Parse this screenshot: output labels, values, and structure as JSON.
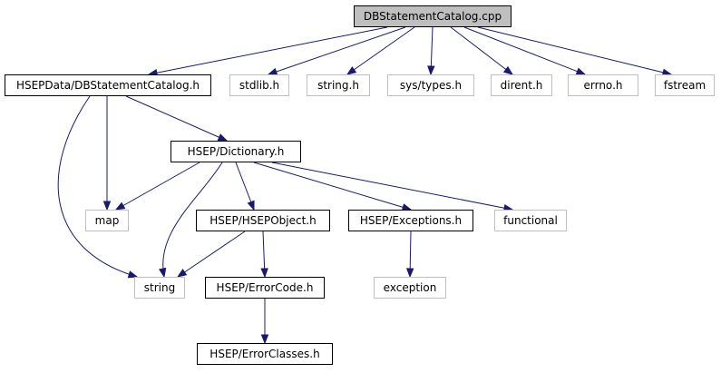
{
  "graph": {
    "root": "DBStatementCatalog.cpp",
    "nodes": [
      {
        "id": "root",
        "label": "DBStatementCatalog.cpp",
        "kind": "root"
      },
      {
        "id": "hsepdata",
        "label": "HSEPData/DBStatementCatalog.h",
        "kind": "local"
      },
      {
        "id": "stdlib",
        "label": "stdlib.h",
        "kind": "system"
      },
      {
        "id": "stringh",
        "label": "string.h",
        "kind": "system"
      },
      {
        "id": "systypes",
        "label": "sys/types.h",
        "kind": "system"
      },
      {
        "id": "dirent",
        "label": "dirent.h",
        "kind": "system"
      },
      {
        "id": "errno",
        "label": "errno.h",
        "kind": "system"
      },
      {
        "id": "fstream",
        "label": "fstream",
        "kind": "system"
      },
      {
        "id": "dictionary",
        "label": "HSEP/Dictionary.h",
        "kind": "local"
      },
      {
        "id": "map",
        "label": "map",
        "kind": "system"
      },
      {
        "id": "hsepobject",
        "label": "HSEP/HSEPObject.h",
        "kind": "local"
      },
      {
        "id": "exceptions",
        "label": "HSEP/Exceptions.h",
        "kind": "local"
      },
      {
        "id": "functional",
        "label": "functional",
        "kind": "system"
      },
      {
        "id": "string",
        "label": "string",
        "kind": "system"
      },
      {
        "id": "errorcode",
        "label": "HSEP/ErrorCode.h",
        "kind": "local"
      },
      {
        "id": "exception",
        "label": "exception",
        "kind": "system"
      },
      {
        "id": "errorclasses",
        "label": "HSEP/ErrorClasses.h",
        "kind": "local"
      }
    ],
    "edges": [
      [
        "root",
        "hsepdata"
      ],
      [
        "root",
        "stdlib"
      ],
      [
        "root",
        "stringh"
      ],
      [
        "root",
        "systypes"
      ],
      [
        "root",
        "dirent"
      ],
      [
        "root",
        "errno"
      ],
      [
        "root",
        "fstream"
      ],
      [
        "hsepdata",
        "dictionary"
      ],
      [
        "hsepdata",
        "map"
      ],
      [
        "hsepdata",
        "string"
      ],
      [
        "dictionary",
        "map"
      ],
      [
        "dictionary",
        "string"
      ],
      [
        "dictionary",
        "hsepobject"
      ],
      [
        "dictionary",
        "exceptions"
      ],
      [
        "dictionary",
        "functional"
      ],
      [
        "hsepobject",
        "string"
      ],
      [
        "hsepobject",
        "errorcode"
      ],
      [
        "exceptions",
        "exception"
      ],
      [
        "errorcode",
        "errorclasses"
      ]
    ],
    "edge_color": "#191970"
  }
}
